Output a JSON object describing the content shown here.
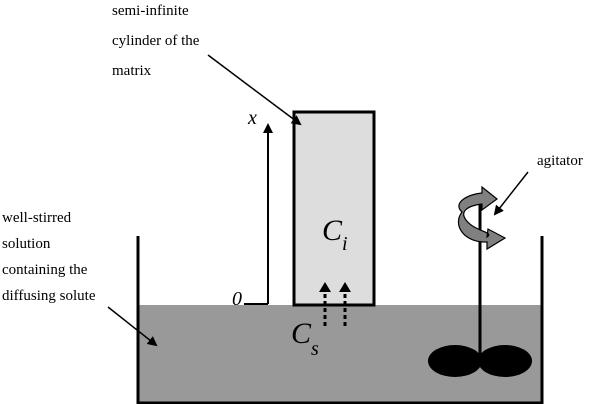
{
  "labels": {
    "cylinder": [
      "semi-infinite",
      "cylinder of the",
      "matrix"
    ],
    "agitator": "agitator",
    "solution": [
      "well-stirred",
      "solution",
      "containing the",
      "diffusing solute"
    ]
  },
  "symbols": {
    "x_axis": "x",
    "origin": "0",
    "ci_main": "C",
    "ci_sub": "i",
    "cs_main": "C",
    "cs_sub": "s"
  },
  "colors": {
    "solution_fill": "#999999",
    "cylinder_fill": "#dddddd",
    "agitator_arrow_fill": "#808080",
    "stroke": "#000000"
  }
}
